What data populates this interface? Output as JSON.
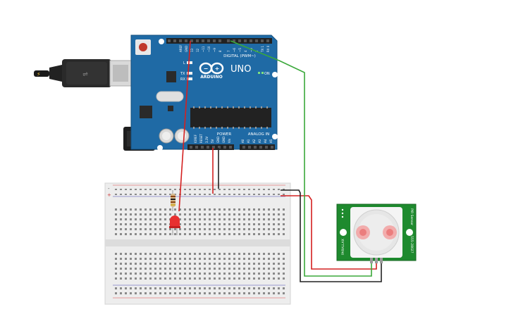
{
  "board": {
    "name": "UNO",
    "brand": "ARDUINO",
    "digital_label": "DIGITAL (PWM~)",
    "power_label": "POWER",
    "analog_label": "ANALOG IN",
    "on_label": "ON",
    "led_l": "L",
    "led_tx": "TX",
    "led_rx": "RX",
    "color": "#1f6aa5"
  },
  "pir": {
    "part_no": "555-28027",
    "side_label": "PIR Sensor",
    "board_color": "#1e8a2e"
  },
  "breadboard": {
    "rail_plus": "+",
    "rail_minus": "-"
  },
  "wires": {
    "power_color": "#d42020",
    "ground_color": "#222222",
    "signal_color": "#3aa83a"
  }
}
